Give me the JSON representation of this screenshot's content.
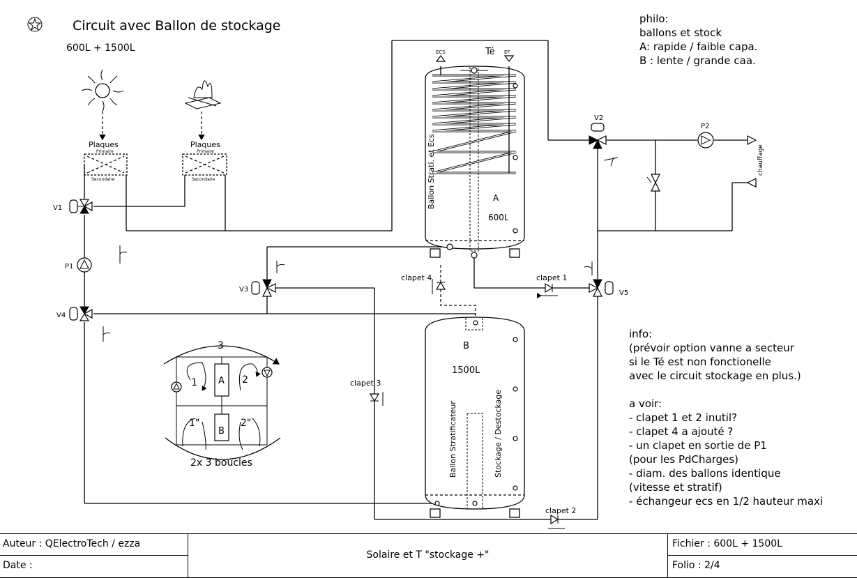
{
  "header": {
    "title": "Circuit avec Ballon de stockage",
    "subtitle": "600L + 1500L"
  },
  "philo": {
    "lines": [
      "philo:",
      "ballons et stock",
      "A: rapide / faible capa.",
      "B : lente / grande caa."
    ]
  },
  "info": {
    "lines": [
      "info:",
      "(prévoir option vanne a secteur",
      "si le Té est non fonctionelle",
      "avec le circuit stockage en plus.)",
      "",
      "a voir:",
      "- clapet 1 et 2 inutil?",
      "- clapet 4 a ajouté ?",
      "- un clapet en sortie de P1",
      "(pour les PdCharges)",
      "- diam. des ballons identique",
      "(vitesse et stratif)",
      "- échangeur ecs en 1/2 hauteur maxi"
    ]
  },
  "plates": {
    "label": "Plaques",
    "primary": "Primaire",
    "secondary": "Secondaire"
  },
  "valves": {
    "v1": "V1",
    "v2": "V2",
    "v3": "V3",
    "v4": "V4",
    "v5": "V5"
  },
  "pumps": {
    "p1": "P1",
    "p2": "P2"
  },
  "clapets": {
    "c1": "clapet 1",
    "c2": "clapet 2",
    "c3": "clapet 3",
    "c4": "clapet 4"
  },
  "tank_a": {
    "letter": "A",
    "volume": "600L",
    "side_label": "Ballon Strati. et Ecs",
    "ecs": "ECS",
    "ef": "EF",
    "te": "Té"
  },
  "tank_b": {
    "letter": "B",
    "volume": "1500L",
    "side_label_1": "Ballon Stratificateur",
    "side_label_2": "Stockage / Destockage"
  },
  "heating": {
    "label": "chauffage"
  },
  "loops": {
    "top_number": "3",
    "l1": "1",
    "l2": "2",
    "l1b": "1\"",
    "l2b": "2\"",
    "a": "A",
    "b": "B",
    "caption": "2x 3 boucles"
  },
  "cartouche": {
    "author": "Auteur : QElectroTech / ezza",
    "date": "Date :",
    "title": "Solaire et T \"stockage +\"",
    "file": "Fichier : 600L + 1500L",
    "folio": "Folio : 2/4"
  },
  "icons": {
    "logo": "qelectrotech-logo-icon",
    "sun": "sun-icon",
    "fire": "fire-icon"
  }
}
